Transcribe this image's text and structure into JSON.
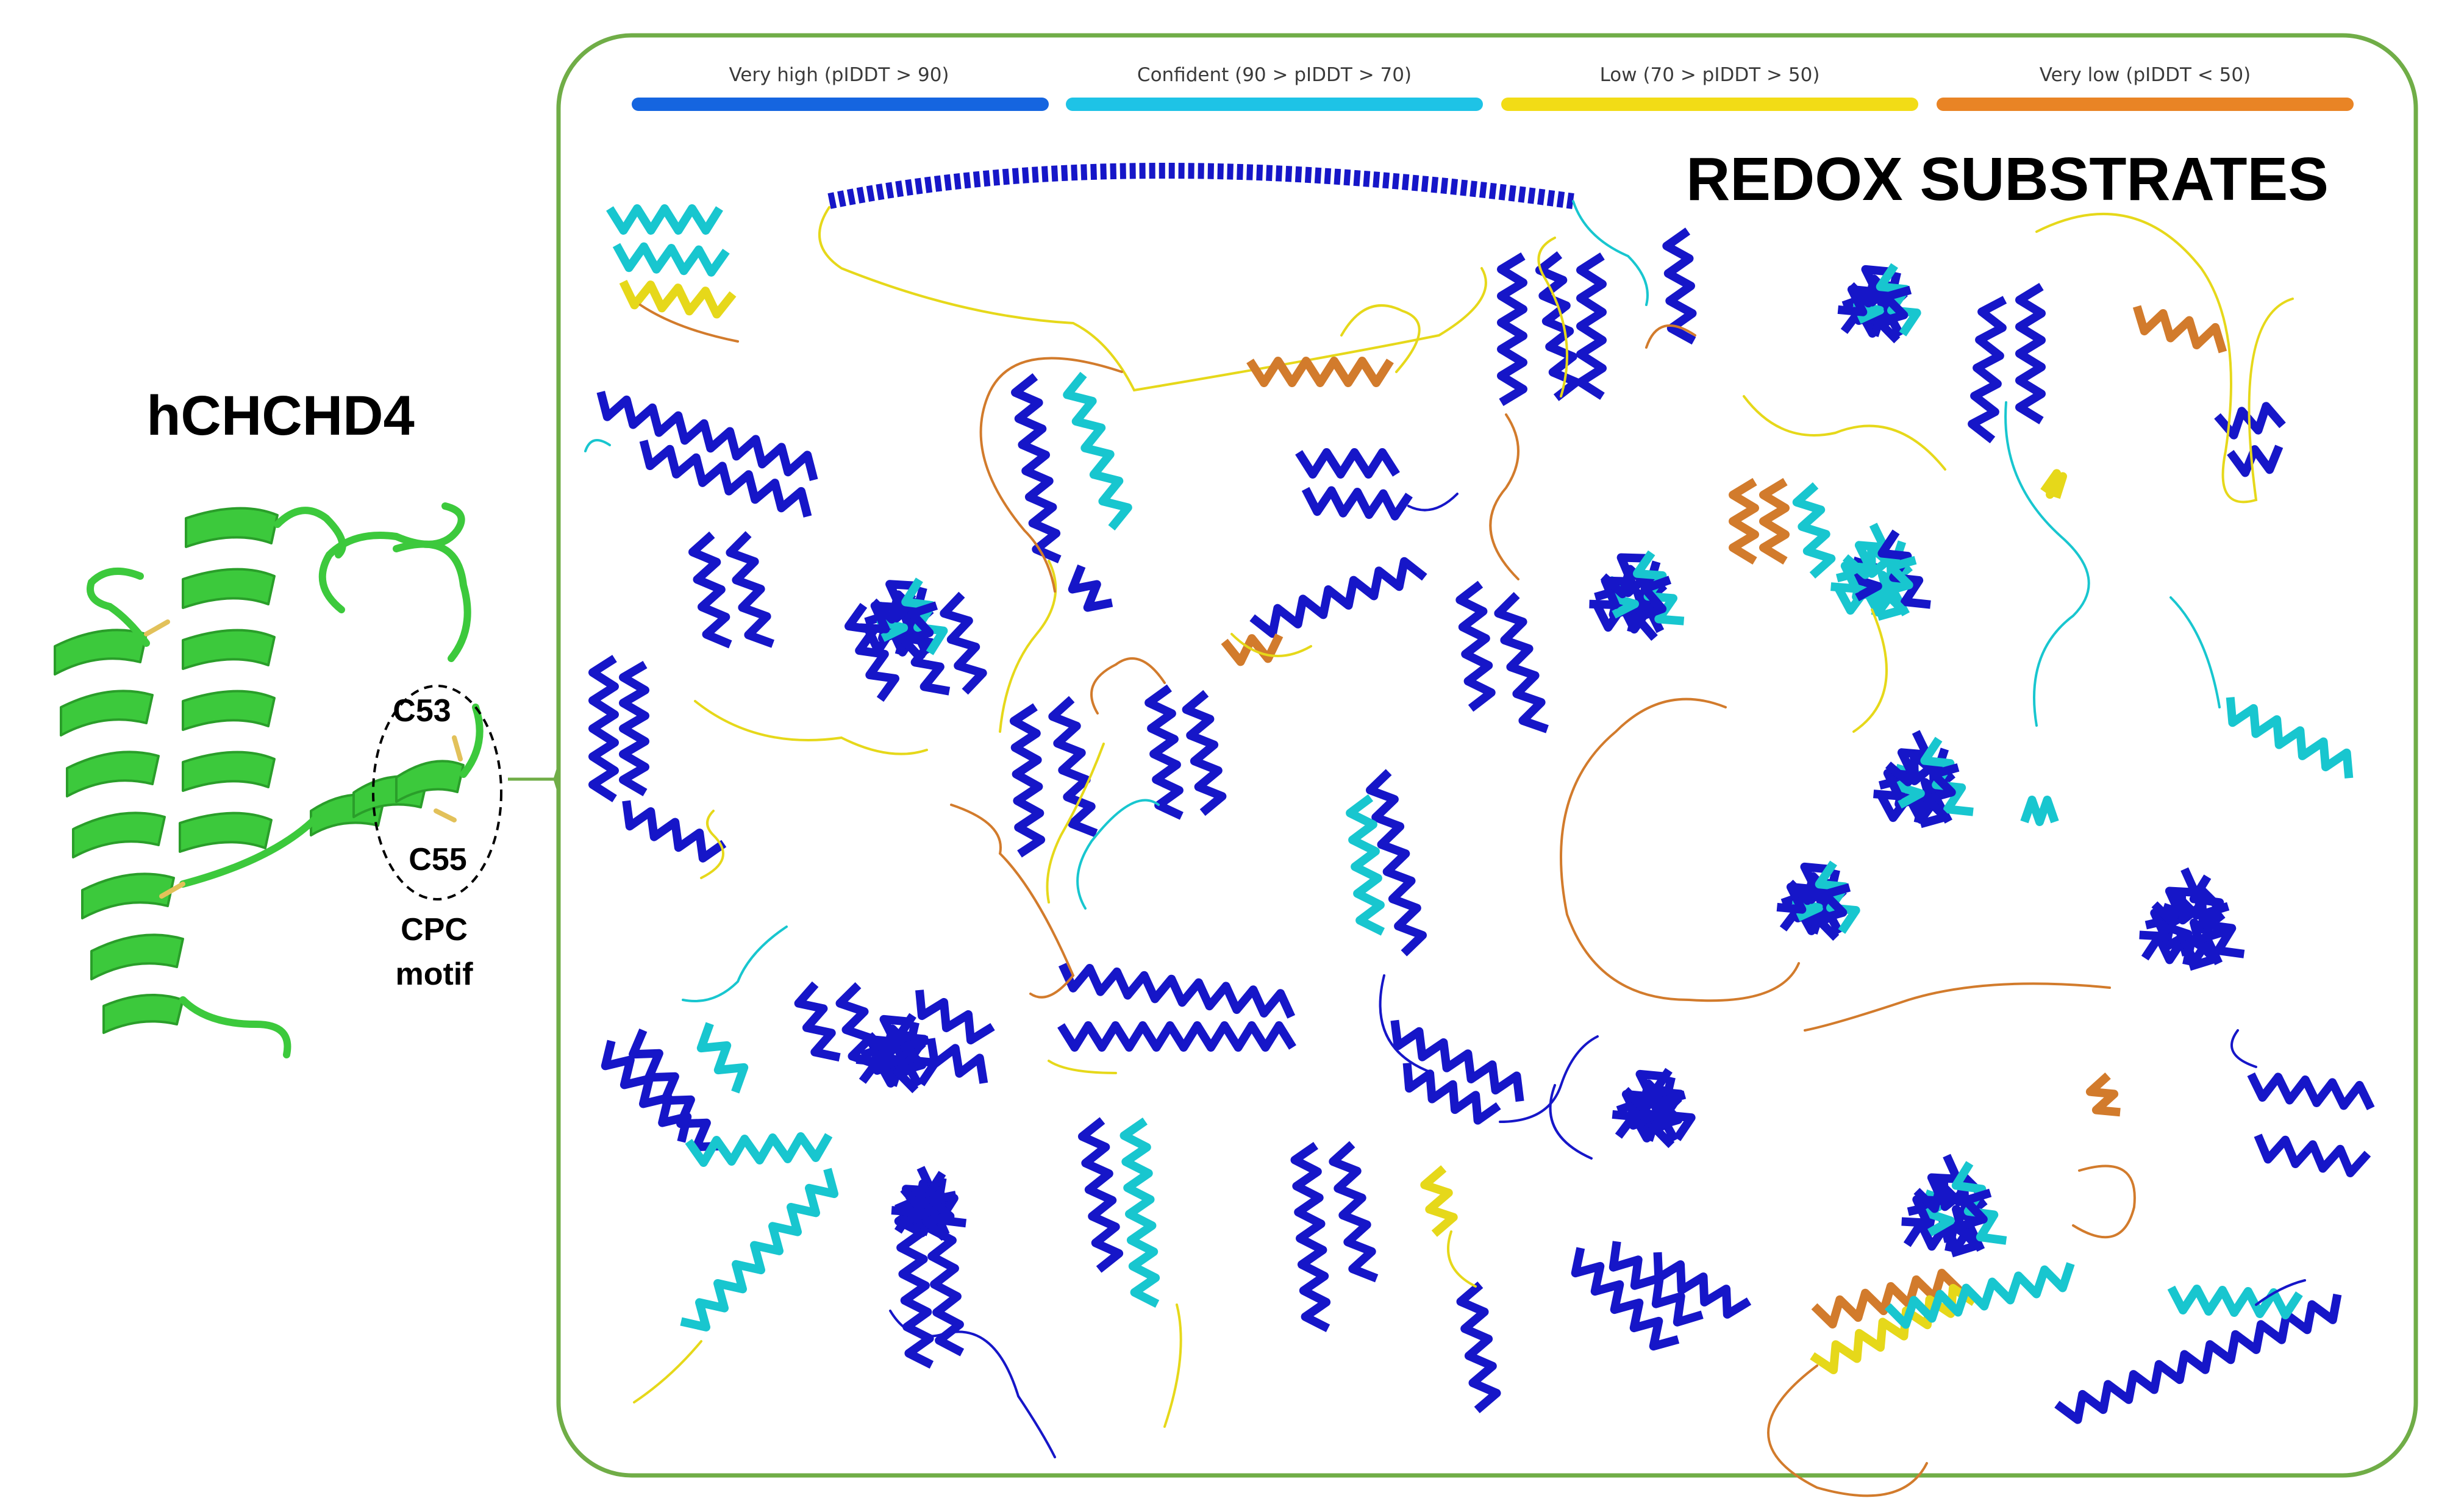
{
  "protein": {
    "name": "hCHCHD4",
    "residue_1": "C53",
    "residue_2": "C55",
    "motif_line_1": "CPC",
    "motif_line_2": "motif"
  },
  "panel": {
    "title": "REDOX SUBSTRATES",
    "border_color": "#70ad47"
  },
  "legend": [
    {
      "label": "Very high (pIDDT > 90)",
      "color": "#1565e0"
    },
    {
      "label": "Confident (90 > pIDDT > 70)",
      "color": "#1ec3e6"
    },
    {
      "label": "Low (70 > pIDDT > 50)",
      "color": "#f2dc16"
    },
    {
      "label": "Very low (pIDDT < 50)",
      "color": "#e98425"
    }
  ],
  "colors": {
    "chchd4_ribbon": "#3cc93c",
    "very_high": "#1616c8",
    "confident": "#18c6cf",
    "low": "#e6d81a",
    "very_low": "#d27b2c"
  }
}
